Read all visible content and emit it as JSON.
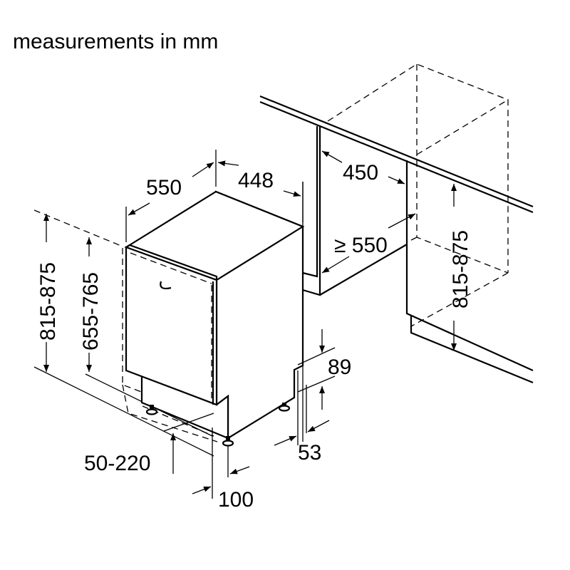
{
  "title": "measurements in mm",
  "dimensions": {
    "depth": "550",
    "width": "448",
    "niche_width": "450",
    "niche_depth": "≥ 550",
    "niche_height": "815-875",
    "height_total": "815-875",
    "height_body": "655-765",
    "plinth_top": "89",
    "plinth_bottom": "53",
    "feet": "50-220",
    "plinth_depth": "100"
  }
}
